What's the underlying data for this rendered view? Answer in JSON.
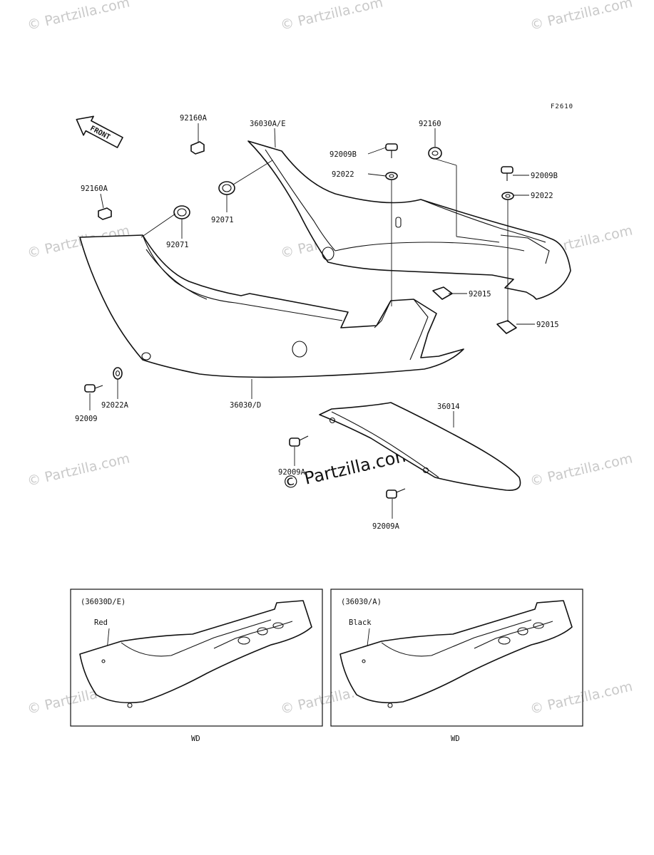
{
  "figure_code": "F2610",
  "front_arrow_label": "FRONT",
  "watermark": "© Partzilla.com",
  "labels": {
    "p92160A_top": "92160A",
    "p36030AE": "36030A/E",
    "p92160": "92160",
    "p92009B_top": "92009B",
    "p92022_top": "92022",
    "p92009B_right": "92009B",
    "p92022_right": "92022",
    "p92160A_left": "92160A",
    "p92071_mid": "92071",
    "p92071_left": "92071",
    "p92015_mid": "92015",
    "p92015_right": "92015",
    "p92009": "92009",
    "p92022A": "92022A",
    "p36030D": "36030/D",
    "p36014": "36014",
    "p92009A_upper": "92009A",
    "p92009A_lower": "92009A"
  },
  "insets": [
    {
      "title": "(36030D/E)",
      "color_label": "Red",
      "caption": "WD"
    },
    {
      "title": "(36030/A)",
      "color_label": "Black",
      "caption": "WD"
    }
  ]
}
